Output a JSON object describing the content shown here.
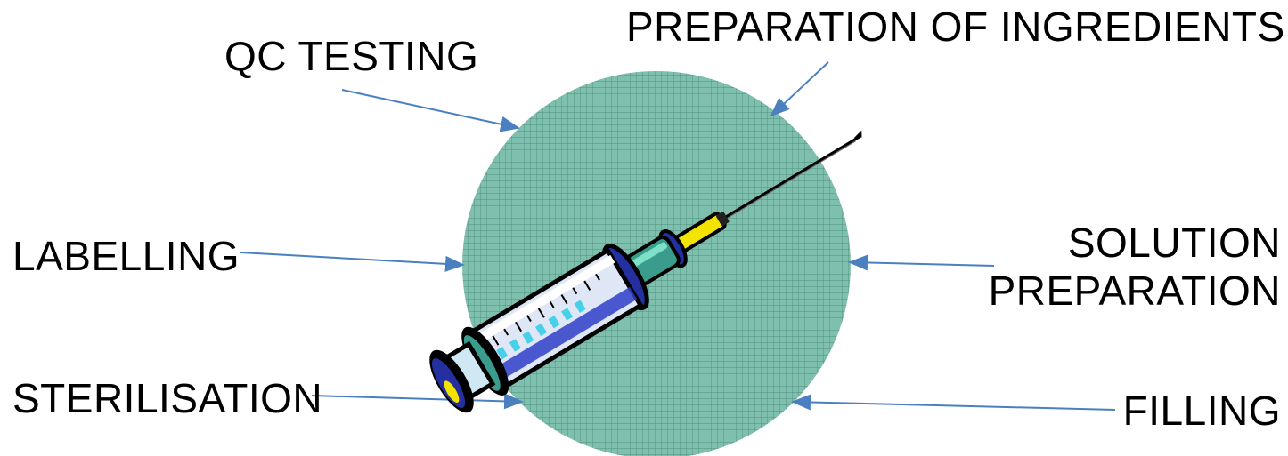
{
  "labels": {
    "qc_testing": "QC TESTING",
    "preparation_of_ingredients": "PREPARATION OF INGREDIENTS",
    "labelling": "LABELLING",
    "solution_preparation_line1": "SOLUTION",
    "solution_preparation_line2": "PREPARATION",
    "sterilisation": "STERILISATION",
    "filling": "FILLING"
  },
  "colors": {
    "circle_fill": "#7fbfad",
    "grid_line": "#4f8f80",
    "arrow": "#4a7fc0",
    "syringe_barrel": "#dfe6f5",
    "syringe_tick": "#47d1e8",
    "syringe_plunger": "#3a9c8c",
    "syringe_yellow": "#f2e400",
    "syringe_outline": "#000000",
    "plunger_blue": "#2430a0"
  },
  "icons": {
    "center": "syringe-icon"
  }
}
